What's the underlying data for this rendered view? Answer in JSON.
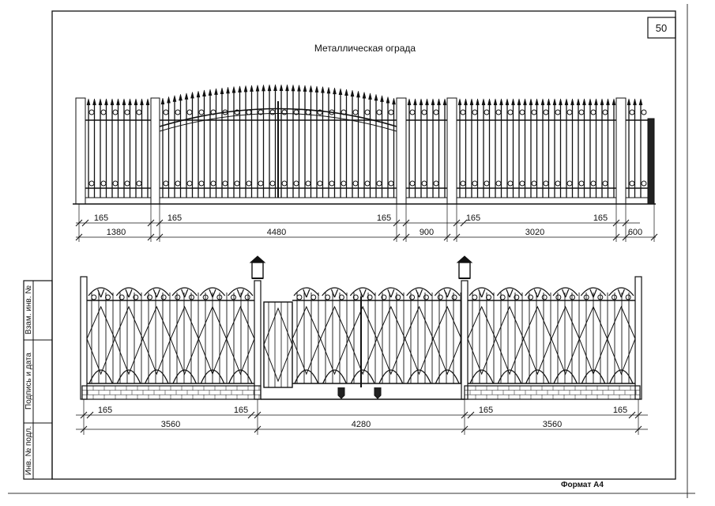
{
  "sheet": {
    "page_number": "50",
    "title": "Металлическая ограда",
    "format_label": "Формат А4"
  },
  "side_stamp": {
    "cells": [
      "Взам. инв. №",
      "Подпись и дата",
      "Инв. № подл."
    ]
  },
  "top_fence": {
    "row1": [
      "165",
      "165",
      "165",
      "165",
      "165"
    ],
    "row2": [
      "1380",
      "4480",
      "900",
      "3020",
      "600"
    ]
  },
  "bottom_fence": {
    "row1": [
      "165",
      "165",
      "165",
      "165"
    ],
    "row2": [
      "3560",
      "4280",
      "3560"
    ]
  }
}
